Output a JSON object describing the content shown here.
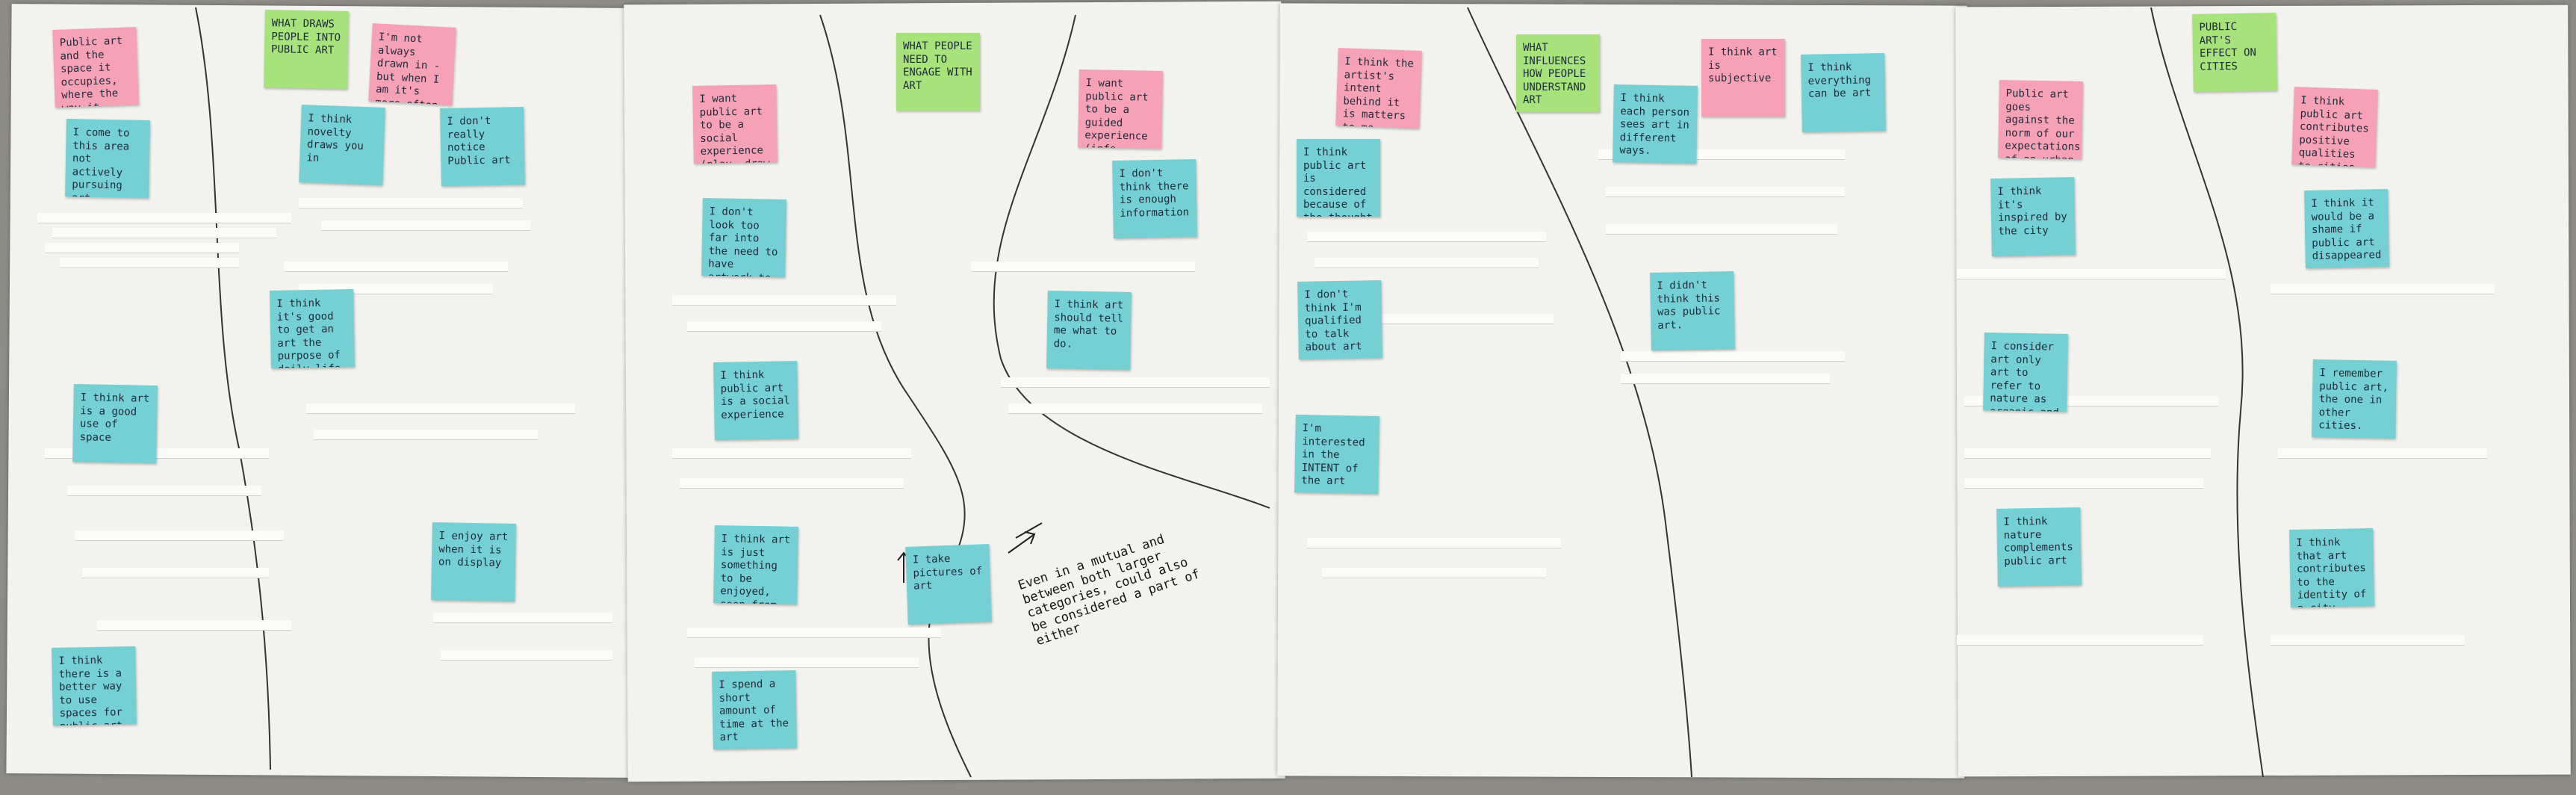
{
  "sheets": [
    {
      "notes": [
        {
          "color": "pink",
          "text": "Public art and the space it occupies, where the way it interacts with and become in my environment"
        },
        {
          "color": "cyan",
          "text": "I come to this area not actively pursuing art"
        },
        {
          "color": "cyan",
          "text": "I think it's good to get an art the purpose of daily life."
        },
        {
          "color": "cyan",
          "text": "I think art is a good use of space"
        },
        {
          "color": "cyan",
          "text": "I think there is a better way to use spaces for public art"
        }
      ]
    },
    {
      "notes": [
        {
          "color": "green",
          "text": "WHAT DRAWS PEOPLE INTO PUBLIC ART"
        },
        {
          "color": "pink",
          "text": "I'm not always drawn in - but when I am it's more often in the moment."
        },
        {
          "color": "cyan",
          "text": "I think novelty draws you in"
        },
        {
          "color": "cyan",
          "text": "I don't really notice Public art"
        },
        {
          "color": "cyan",
          "text": "I enjoy art when it is on display"
        }
      ]
    },
    {
      "notes": [
        {
          "color": "pink",
          "text": "I want public art to be a social experience (play, draw for the community)"
        },
        {
          "color": "cyan",
          "text": "I don't look too far into the need to have artwork to know my way"
        },
        {
          "color": "cyan",
          "text": "I think public art is a social experience"
        },
        {
          "color": "cyan",
          "text": "I think art is just something to be enjoyed, seen from afar"
        },
        {
          "color": "cyan",
          "text": "I spend a short amount of time at the art"
        }
      ]
    },
    {
      "notes": [
        {
          "color": "green",
          "text": "WHAT PEOPLE NEED TO ENGAGE WITH ART"
        },
        {
          "color": "pink",
          "text": "I want public art to be a guided experience (info, knowledge)"
        },
        {
          "color": "cyan",
          "text": "I don't think there is enough information"
        },
        {
          "color": "cyan",
          "text": "I think art should tell me what to do."
        },
        {
          "color": "cyan",
          "text": "I take pictures of art"
        }
      ]
    },
    {
      "notes": [
        {
          "color": "pink",
          "text": "I think the artist's intent behind it is matters to me"
        },
        {
          "color": "cyan",
          "text": "I think public art is considered because of the thought and work put into the art."
        },
        {
          "color": "cyan",
          "text": "I don't think I'm qualified to talk about art"
        },
        {
          "color": "cyan",
          "text": "I'm interested in the INTENT of the art"
        }
      ]
    },
    {
      "notes": [
        {
          "color": "green",
          "text": "WHAT INFLUENCES HOW PEOPLE UNDERSTAND ART"
        },
        {
          "color": "pink",
          "text": "I think art is subjective"
        },
        {
          "color": "cyan",
          "text": "I think everything can be art"
        },
        {
          "color": "cyan",
          "text": "I think each person sees art in different ways."
        },
        {
          "color": "cyan",
          "text": "I didn't think this was public art."
        }
      ]
    },
    {
      "notes": [
        {
          "color": "pink",
          "text": "Public art goes against the norm of our expectations of an urban setting."
        },
        {
          "color": "cyan",
          "text": "I think it's inspired by the city"
        },
        {
          "color": "cyan",
          "text": "I consider art only art to refer to nature as organic and different from our structure, spaces and how they relate within it."
        },
        {
          "color": "cyan",
          "text": "I think nature complements public art"
        }
      ]
    },
    {
      "notes": [
        {
          "color": "green",
          "text": "PUBLIC ART'S EFFECT ON CITIES"
        },
        {
          "color": "pink",
          "text": "I think public art contributes positive qualities to cities."
        },
        {
          "color": "cyan",
          "text": "I think it would be a shame if public art disappeared"
        },
        {
          "color": "cyan",
          "text": "I remember public art, the one in other cities."
        },
        {
          "color": "cyan",
          "text": "I think that art contributes to the identity of a city"
        }
      ]
    }
  ],
  "handwritten_annotation": "Even in a mutual and between both larger categories, could also be considered a part of either"
}
